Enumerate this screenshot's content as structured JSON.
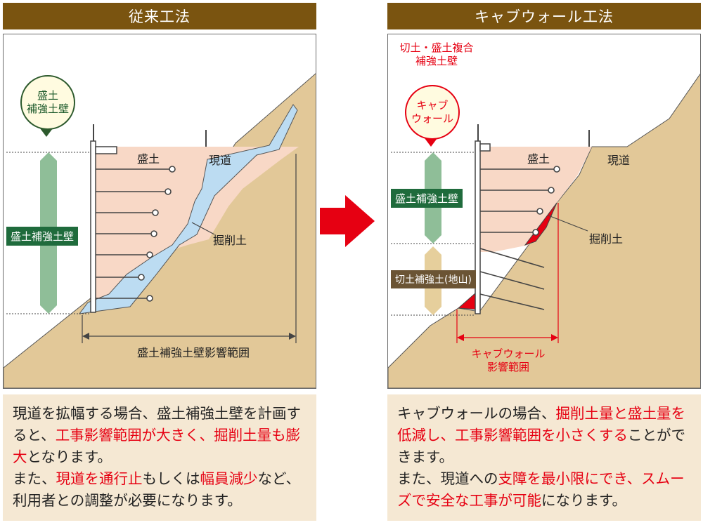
{
  "left": {
    "title": "従来工法",
    "bubble_lines": [
      "盛土",
      "補強土壁"
    ],
    "wall_box": "盛土補強土壁",
    "label_fill": "盛土",
    "label_road": "現道",
    "label_excavation": "掘削土",
    "label_range": "盛土補強土壁影響範囲",
    "caption": [
      {
        "t": "現道を拡幅する場合、盛土補強土壁を計画すると、",
        "hl": false
      },
      {
        "t": "工事影響範囲が大きく、掘削土量も膨大",
        "hl": true
      },
      {
        "t": "となります。",
        "hl": false
      },
      {
        "t": "\nまた、",
        "hl": false
      },
      {
        "t": "現道を通行止",
        "hl": true
      },
      {
        "t": "もしくは",
        "hl": false
      },
      {
        "t": "幅員減少",
        "hl": true
      },
      {
        "t": "など、利用者との調整が必要になります。",
        "hl": false
      }
    ]
  },
  "right": {
    "title": "キャブウォール工法",
    "top_label_lines": [
      "切土・盛土複合",
      "補強土壁"
    ],
    "bubble_lines": [
      "キャブ",
      "ウォール"
    ],
    "fill_wall_box": "盛土補強土壁",
    "cut_wall_box": "切土補強土(地山)",
    "label_fill": "盛土",
    "label_road": "現道",
    "label_excavation": "掘削土",
    "range_lines": [
      "キャブウォール",
      "影響範囲"
    ],
    "caption": [
      {
        "t": "キャブウォールの場合、",
        "hl": false
      },
      {
        "t": "掘削土量と盛土量を低減し、工事影響範囲を小さくする",
        "hl": true
      },
      {
        "t": "ことができます。",
        "hl": false
      },
      {
        "t": "\nまた、現道への",
        "hl": false
      },
      {
        "t": "支障を最小限にでき、スムーズで安全な工事が可能",
        "hl": true
      },
      {
        "t": "になります。",
        "hl": false
      }
    ]
  },
  "colors": {
    "header_bg": "#7a5410",
    "ground": "#e2c898",
    "fill": "#f8d8c6",
    "excavation": "#bcdcf2",
    "excavation_red": "#e60012",
    "wall_green": "#1f6b3c",
    "pale_green": "#8fbe98",
    "wall_brown": "#6b5434",
    "pale_tan": "#e6cf9c",
    "caption_bg": "#f5e8d3",
    "arrow": "#e60012"
  }
}
